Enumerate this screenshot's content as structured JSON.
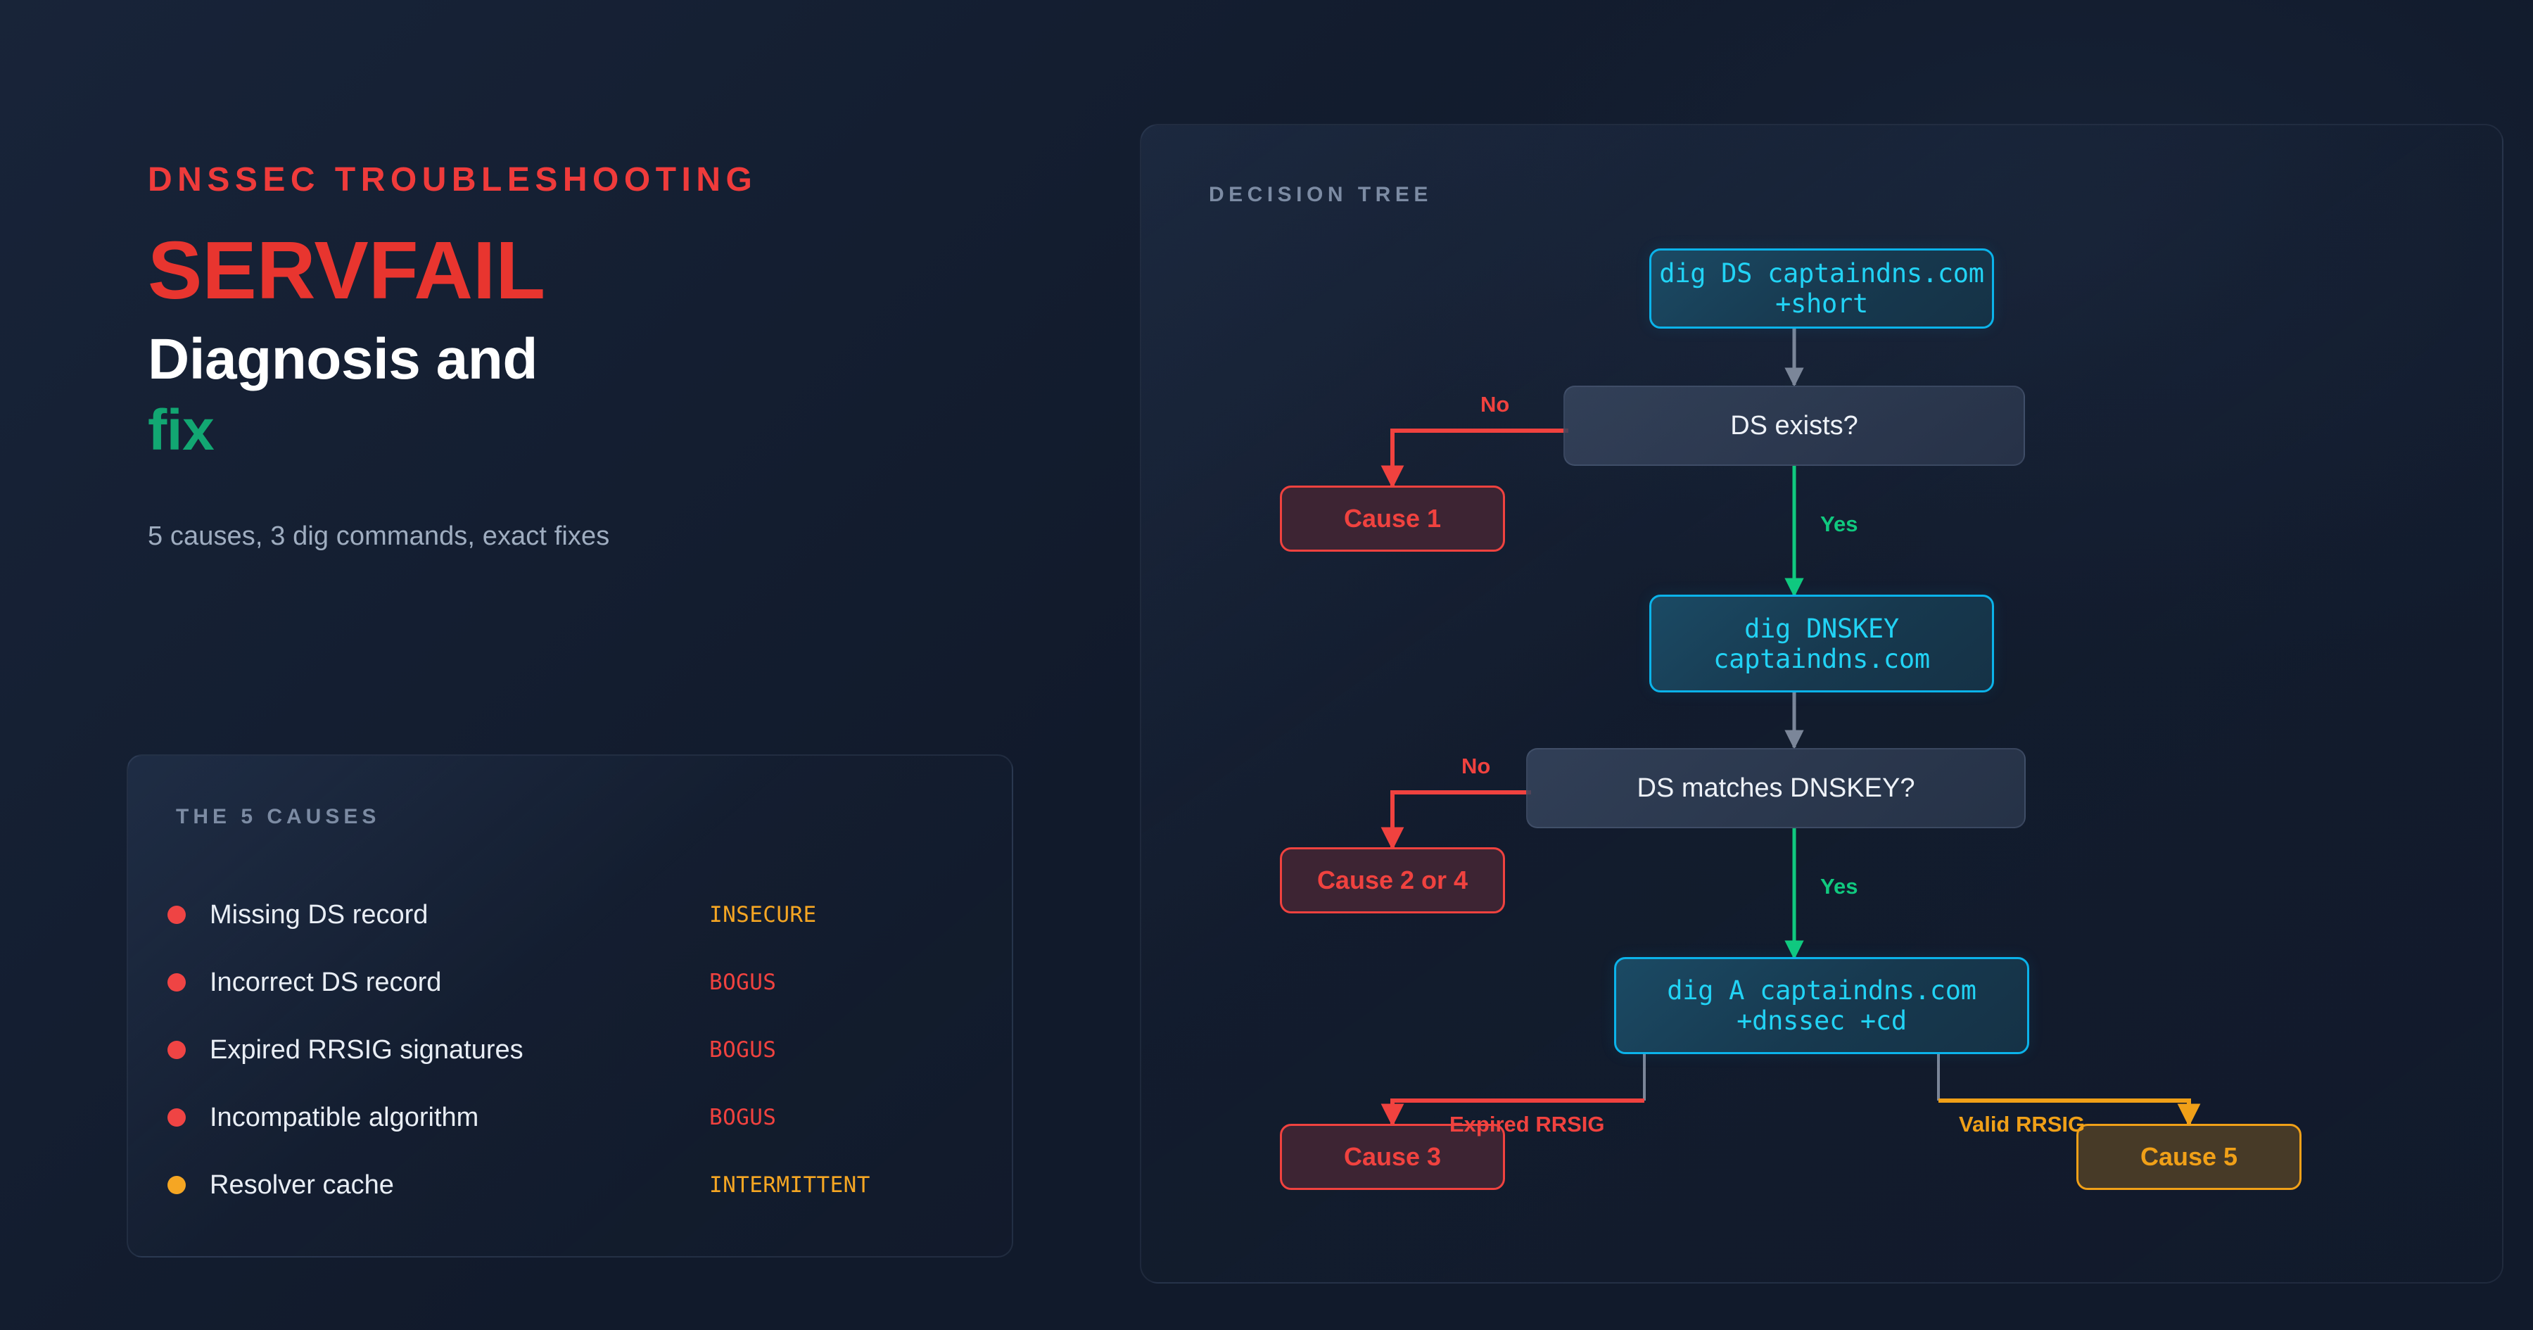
{
  "hero": {
    "eyebrow": "DNSSEC TROUBLESHOOTING",
    "title_main": "SERVFAIL",
    "title_line2": "Diagnosis and",
    "title_line3": "fix",
    "subtitle": "5 causes, 3 dig commands, exact fixes"
  },
  "causes_card": {
    "heading": "THE 5 CAUSES",
    "items": [
      {
        "label": "Missing DS record",
        "status": "INSECURE",
        "dot_color": "#ef4444",
        "status_color": "#f5a623"
      },
      {
        "label": "Incorrect DS record",
        "status": "BOGUS",
        "dot_color": "#ef4444",
        "status_color": "#f0423f"
      },
      {
        "label": "Expired RRSIG signatures",
        "status": "BOGUS",
        "dot_color": "#ef4444",
        "status_color": "#f0423f"
      },
      {
        "label": "Incompatible algorithm",
        "status": "BOGUS",
        "dot_color": "#ef4444",
        "status_color": "#f0423f"
      },
      {
        "label": "Resolver cache",
        "status": "INTERMITTENT",
        "dot_color": "#f5a623",
        "status_color": "#f5a623"
      }
    ]
  },
  "tree": {
    "heading": "DECISION TREE",
    "nodes": {
      "cmd1": "dig DS captaindns.com +short",
      "decision1": "DS exists?",
      "cause1": "Cause 1",
      "cmd2": "dig DNSKEY captaindns.com",
      "decision2": "DS matches DNSKEY?",
      "cause2": "Cause 2 or 4",
      "cmd3": "dig A captaindns.com +dnssec +cd",
      "cause3": "Cause 3",
      "cause5": "Cause 5"
    },
    "edge_labels": {
      "no1": "No",
      "yes1": "Yes",
      "no2": "No",
      "yes2": "Yes",
      "expired": "Expired RRSIG",
      "valid": "Valid RRSIG"
    }
  },
  "colors": {
    "background": "#111a2b",
    "accent_red": "#e8352f",
    "accent_green": "#12a772",
    "accent_cyan": "#22d3f5",
    "accent_amber": "#f0a018",
    "muted_text": "#7c8ba3"
  }
}
